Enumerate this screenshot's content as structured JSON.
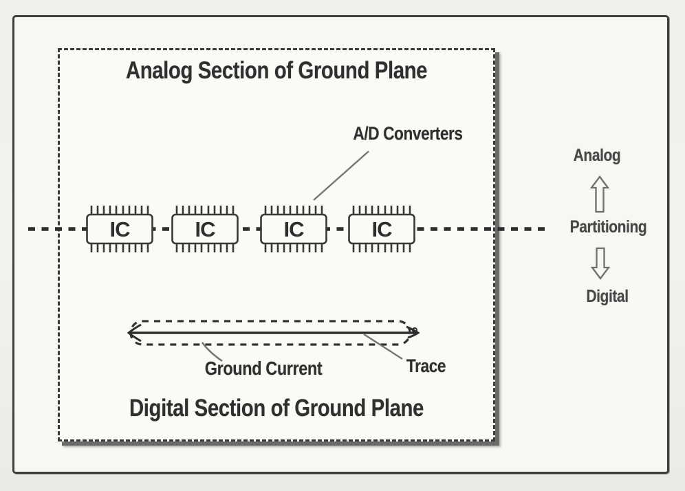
{
  "analog_section": {
    "title": "Analog Section of Ground Plane"
  },
  "digital_section": {
    "title": "Digital Section of Ground Plane"
  },
  "ics": {
    "chips": [
      "IC",
      "IC",
      "IC",
      "IC"
    ]
  },
  "callouts": {
    "ad_converters": "A/D Converters",
    "ground_current": "Ground Current",
    "trace": "Trace"
  },
  "partitioning": {
    "analog": "Analog",
    "label": "Partitioning",
    "digital": "Digital"
  },
  "icons": {
    "partition_up": "hollow-up-arrow",
    "partition_down": "hollow-down-arrow",
    "ground_current_arrow": "double-headed-arrow",
    "ic_chip": "dip-ic-chip"
  },
  "colors": {
    "ink": "#2f2f2f",
    "box_shadow": "#6b6b6b",
    "leader_line": "#757575",
    "paper": "#f1f0ec"
  }
}
